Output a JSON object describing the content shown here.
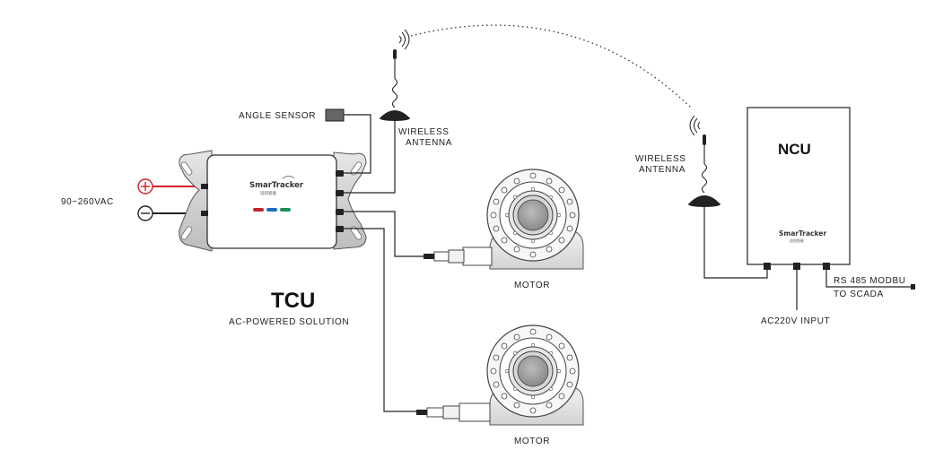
{
  "labels": {
    "angle_sensor": "ANGLE SENSOR",
    "wireless_antenna_left_1": "WIRELESS",
    "wireless_antenna_left_2": "ANTENNA",
    "wireless_antenna_right_1": "WIRELESS",
    "wireless_antenna_right_2": "ANTENNA",
    "voltage": "90~260VAC",
    "tcu_title": "TCU",
    "tcu_subtitle": "AC-POWERED SOLUTION",
    "motor_top": "MOTOR",
    "motor_bottom": "MOTOR",
    "ncu_title": "NCU",
    "rs485_1": "RS 485 MODBU",
    "rs485_2": "TO SCADA",
    "ac220": "AC220V INPUT"
  },
  "brand": {
    "name": "SmarTracker",
    "tagline": "追阳智能"
  },
  "colors": {
    "positive": "#d4202a",
    "negative": "#222222",
    "led_red": "#c0272d",
    "led_blue": "#1e6fb8",
    "led_green": "#1f8f5a"
  }
}
